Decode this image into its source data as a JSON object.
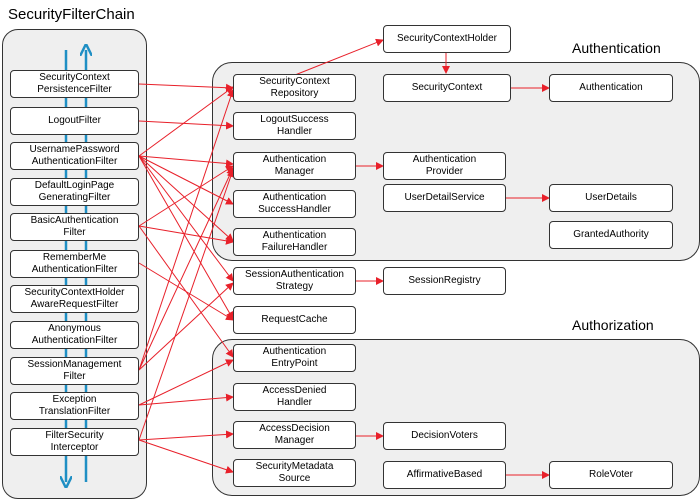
{
  "titles": {
    "chain": "SecurityFilterChain",
    "authentication": "Authentication",
    "authorization": "Authorization"
  },
  "filters": [
    "SecurityContext\nPersistenceFilter",
    "LogoutFilter",
    "UsernamePassword\nAuthenticationFilter",
    "DefaultLoginPage\nGeneratingFilter",
    "BasicAuthentication\nFilter",
    "RememberMe\nAuthenticationFilter",
    "SecurityContextHolder\nAwareRequestFilter",
    "Anonymous\nAuthenticationFilter",
    "SessionManagement\nFilter",
    "Exception\nTranslationFilter",
    "FilterSecurity\nInterceptor"
  ],
  "components": {
    "security_context_holder": "SecurityContextHolder",
    "security_context_repository": "SecurityContext\nRepository",
    "security_context": "SecurityContext",
    "authentication": "Authentication",
    "logout_success_handler": "LogoutSuccess\nHandler",
    "authentication_manager": "Authentication\nManager",
    "authentication_provider": "Authentication\nProvider",
    "authentication_success_handler": "Authentication\nSuccessHandler",
    "user_detail_service": "UserDetailService",
    "user_details": "UserDetails",
    "granted_authority": "GrantedAuthority",
    "authentication_failure_handler": "Authentication\nFailureHandler",
    "session_authentication_strategy": "SessionAuthentication\nStrategy",
    "session_registry": "SessionRegistry",
    "request_cache": "RequestCache",
    "authentication_entry_point": "Authentication\nEntryPoint",
    "access_denied_handler": "AccessDenied\nHandler",
    "access_decision_manager": "AccessDecision\nManager",
    "decision_voters": "DecisionVoters",
    "security_metadata_source": "SecurityMetadata\nSource",
    "affirmative_based": "AffirmativeBased",
    "role_voter": "RoleVoter"
  },
  "colors": {
    "arrow": "#e8202a",
    "flow_arrow": "#1f8fc4",
    "group_fill": "#efefef"
  }
}
